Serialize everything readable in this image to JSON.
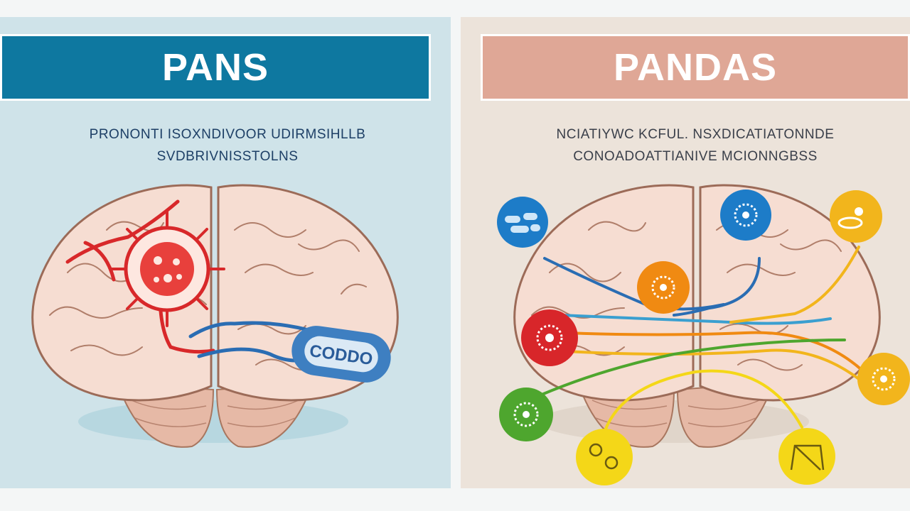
{
  "left": {
    "title": "PANS",
    "subtitle_line1": "PRONONTI ISOXNDIVOOR UDIRMSIHLLB",
    "subtitle_line2": "SVDBRIVNISSTOLNS",
    "bacterium_label": "CODDO",
    "colors": {
      "panel": "#cfe3e9",
      "banner": "#0e78a0",
      "virus": "#d8282a",
      "bacterium": "#2a6db3"
    }
  },
  "right": {
    "title": "PANDAS",
    "subtitle_line1": "NCIATIYWC KCFUL. NSXDICATIATONNDE",
    "subtitle_line2": "CONOADOATTIANIVE MCIONNGBSS",
    "colors": {
      "panel": "#ece3da",
      "banner": "#dfa796"
    },
    "icons": [
      {
        "name": "bacteria-cluster-icon",
        "color": "#1d7cc8"
      },
      {
        "name": "virus-icon",
        "color": "#1d7cc8"
      },
      {
        "name": "cells-icon",
        "color": "#f2b51c"
      },
      {
        "name": "virus-icon",
        "color": "#f08a12"
      },
      {
        "name": "virus-icon",
        "color": "#d8262a"
      },
      {
        "name": "virus-icon",
        "color": "#f2b51c"
      },
      {
        "name": "virus-icon",
        "color": "#4ea62e"
      },
      {
        "name": "bacteria-icon",
        "color": "#f4d718"
      },
      {
        "name": "chart-icon",
        "color": "#f4d718"
      }
    ]
  }
}
